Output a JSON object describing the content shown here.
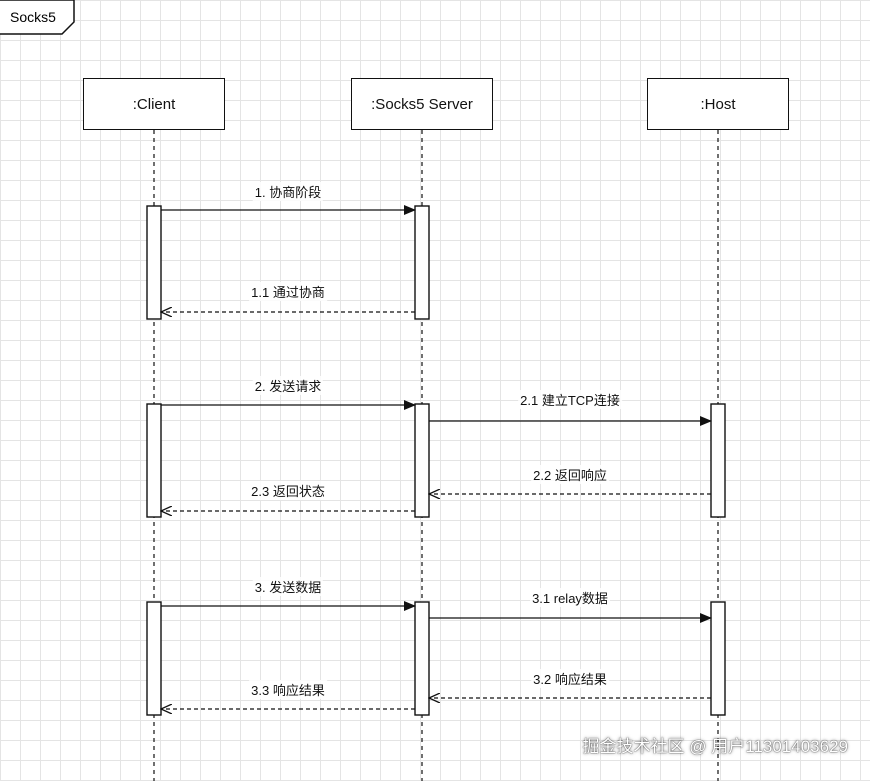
{
  "frame": {
    "title": "Socks5"
  },
  "participants": [
    {
      "id": "client",
      "label": ":Client"
    },
    {
      "id": "server",
      "label": ":Socks5 Server"
    },
    {
      "id": "host",
      "label": ":Host"
    }
  ],
  "messages": [
    {
      "label": "1. 协商阶段",
      "from": "client",
      "to": "server",
      "kind": "sync"
    },
    {
      "label": "1.1 通过协商",
      "from": "server",
      "to": "client",
      "kind": "return"
    },
    {
      "label": "2. 发送请求",
      "from": "client",
      "to": "server",
      "kind": "sync"
    },
    {
      "label": "2.1 建立TCP连接",
      "from": "server",
      "to": "host",
      "kind": "sync"
    },
    {
      "label": "2.2 返回响应",
      "from": "host",
      "to": "server",
      "kind": "return"
    },
    {
      "label": "2.3 返回状态",
      "from": "server",
      "to": "client",
      "kind": "return"
    },
    {
      "label": "3. 发送数据",
      "from": "client",
      "to": "server",
      "kind": "sync"
    },
    {
      "label": "3.1 relay数据",
      "from": "server",
      "to": "host",
      "kind": "sync"
    },
    {
      "label": "3.2 响应结果",
      "from": "host",
      "to": "server",
      "kind": "return"
    },
    {
      "label": "3.3 响应结果",
      "from": "server",
      "to": "client",
      "kind": "return"
    }
  ],
  "watermark": "掘金技术社区 @ 用户11301403629"
}
